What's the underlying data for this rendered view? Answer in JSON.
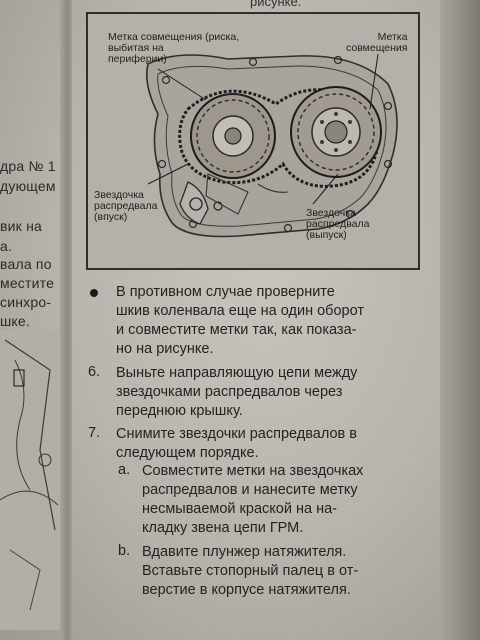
{
  "top_fragment": "рисунке.",
  "left_column": [
    "дра № 1",
    "дующем",
    "вик на",
    "а.",
    "вала по",
    "местите",
    "синхро-",
    "шке."
  ],
  "figure": {
    "callouts": {
      "mark_left": "Метка совмещения (риска,\nвыбитая на\nпериферии)",
      "mark_right": "Метка\nсовмещения",
      "sprocket_intake": "Звездочка\nраспредвала\n(впуск)",
      "sprocket_exhaust": "Звездочка\nраспредвала\n(выпуск)"
    }
  },
  "bullet": {
    "lines": [
      "В противном случае проверните",
      "шкив коленвала еще на один оборот",
      "и совместите метки так, как показа-",
      "но на рисунке."
    ]
  },
  "steps": [
    {
      "number": "6.",
      "lines": [
        "Выньте направляющую цепи между",
        "звездочками распредвалов через",
        "переднюю крышку."
      ]
    },
    {
      "number": "7.",
      "lines": [
        "Снимите звездочки распредвалов в",
        "следующем порядке."
      ]
    }
  ],
  "substeps": [
    {
      "letter": "a.",
      "lines": [
        "Совместите метки на звездочках",
        "распредвалов и нанесите метку",
        "несмываемой краской на на-",
        "кладку звена цепи ГРМ."
      ]
    },
    {
      "letter": "b.",
      "lines": [
        "Вдавите плунжер натяжителя.",
        "Вставьте стопорный палец в от-",
        "верстие в корпусе натяжителя."
      ]
    }
  ]
}
